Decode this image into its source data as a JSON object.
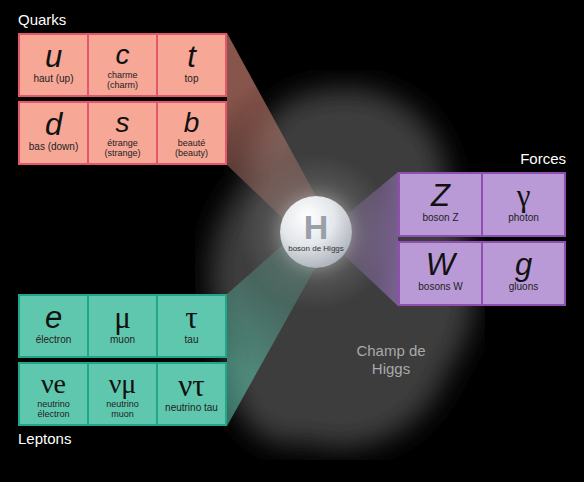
{
  "diagram": {
    "nodes": [
      {
        "text": [
          "Quarks"
        ]
      },
      {
        "text": [
          "u",
          "haut (up)"
        ],
        "in": 0
      },
      {
        "text": [
          "c",
          "charme (charm)"
        ],
        "in": 0
      },
      {
        "text": [
          "t",
          "top"
        ],
        "in": 0
      },
      {
        "text": [
          "d",
          "bas (down)"
        ],
        "in": 0
      },
      {
        "text": [
          "s",
          "étrange (strange)"
        ],
        "in": 0
      },
      {
        "text": [
          "b",
          "beauté (beauty)"
        ],
        "in": 0
      },
      {
        "text": [
          "Forces"
        ]
      },
      {
        "text": [
          "Z",
          "boson Z"
        ],
        "in": 7
      },
      {
        "text": [
          "γ",
          "photon"
        ],
        "in": 7
      },
      {
        "text": [
          "W",
          "bosons W"
        ],
        "in": 7
      },
      {
        "text": [
          "g",
          "gluons"
        ],
        "in": 7
      },
      {
        "text": [
          "H",
          "boson de Higgs"
        ]
      },
      {
        "text": [
          "Champ de Higgs"
        ]
      },
      {
        "text": [
          "Leptons"
        ]
      },
      {
        "text": [
          "e",
          "électron"
        ],
        "in": 14
      },
      {
        "text": [
          "μ",
          "muon"
        ],
        "in": 14
      },
      {
        "text": [
          "τ",
          "tau"
        ],
        "in": 14
      },
      {
        "text": [
          "νe",
          "neutrino électron"
        ],
        "in": 14
      },
      {
        "text": [
          "νμ",
          "neutrino muon"
        ],
        "in": 14
      },
      {
        "text": [
          "ντ",
          "neutrino tau"
        ],
        "in": 14
      }
    ],
    "edges": [
      {
        "from": 12,
        "to": 0,
        "arrow": "none"
      },
      {
        "from": 12,
        "to": 7,
        "arrow": "none"
      },
      {
        "from": 12,
        "to": 14,
        "arrow": "none"
      }
    ]
  }
}
